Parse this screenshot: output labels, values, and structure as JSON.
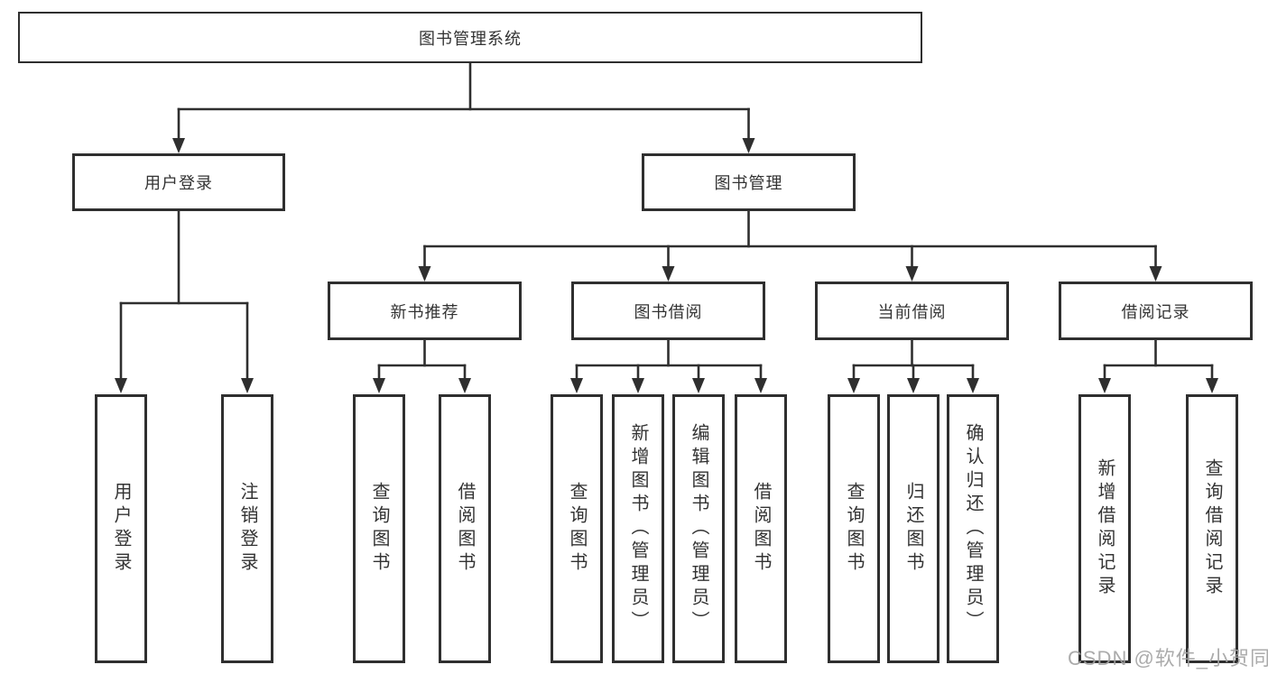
{
  "nodes": {
    "root": {
      "label": "图书管理系统"
    },
    "level2": [
      {
        "label": "用户登录"
      },
      {
        "label": "图书管理"
      }
    ],
    "level3": [
      {
        "label": "新书推荐"
      },
      {
        "label": "图书借阅"
      },
      {
        "label": "当前借阅"
      },
      {
        "label": "借阅记录"
      }
    ],
    "leaves": [
      {
        "label": "用户登录"
      },
      {
        "label": "注销登录"
      },
      {
        "label": "查询图书"
      },
      {
        "label": "借阅图书"
      },
      {
        "label": "查询图书"
      },
      {
        "label": "新增图书（管理员）"
      },
      {
        "label": "编辑图书（管理员）"
      },
      {
        "label": "借阅图书"
      },
      {
        "label": "查询图书"
      },
      {
        "label": "归还图书"
      },
      {
        "label": "确认归还（管理员）"
      },
      {
        "label": "新增借阅记录"
      },
      {
        "label": "查询借阅记录"
      }
    ]
  },
  "watermark": {
    "text": "CSDN @软件_小贺同学"
  },
  "colors": {
    "line": "#2f2f2f",
    "box_border": "#2f2f2f",
    "text": "#333333",
    "watermark": "#a3a3a3",
    "background": "#ffffff"
  }
}
